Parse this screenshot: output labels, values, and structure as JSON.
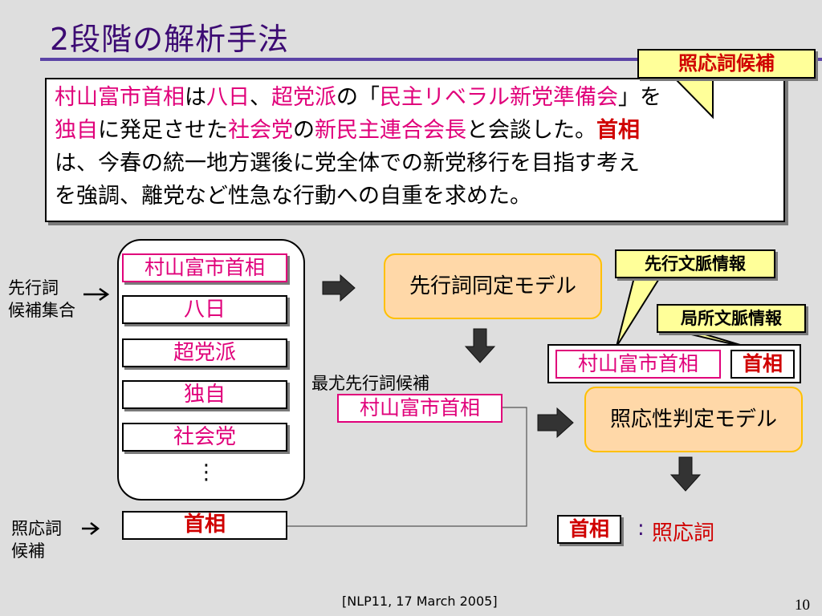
{
  "title": "2段階の解析手法",
  "callout_label": "照応詞候補",
  "sentence": {
    "line1": [
      {
        "t": "村山富市首相",
        "c": "pk"
      },
      {
        "t": "は",
        "c": ""
      },
      {
        "t": "八日",
        "c": "pk"
      },
      {
        "t": "、",
        "c": ""
      },
      {
        "t": "超党派",
        "c": "pk"
      },
      {
        "t": "の「",
        "c": ""
      },
      {
        "t": "民主リベラル新党準備会",
        "c": "pk"
      },
      {
        "t": "」を",
        "c": ""
      }
    ],
    "line2": [
      {
        "t": "独自",
        "c": "pk"
      },
      {
        "t": "に発足させた",
        "c": ""
      },
      {
        "t": "社会党",
        "c": "pk"
      },
      {
        "t": "の",
        "c": ""
      },
      {
        "t": "新民主連合会長",
        "c": "pk"
      },
      {
        "t": "と会談した。",
        "c": ""
      },
      {
        "t": "首相",
        "c": "rd"
      }
    ],
    "line3": "は、今春の統一地方選後に党全体での新党移行を目指す考え",
    "line4": "を強調、離党など性急な行動への自重を求めた。"
  },
  "antecedent_label": "先行詞\n候補集合",
  "candidates": [
    "村山富市首相",
    "八日",
    "超党派",
    "独自",
    "社会党"
  ],
  "ellipsis": "⋮",
  "anaphor_label": "照応詞\n候補",
  "anaphor": "首相",
  "antecedent_model": "先行詞同定モデル",
  "best_candidate_label": "最尤先行詞候補",
  "best_candidate": "村山富市首相",
  "tag_antecedent_context": "先行文脈情報",
  "tag_local_context": "局所文脈情報",
  "pair_antecedent": "村山富市首相",
  "pair_anaphor": "首相",
  "anaphoricity_model": "照応性判定モデル",
  "result_word": "首相",
  "result_colon": ":",
  "result_label": "照応詞",
  "footer_citation": "[NLP11, 17 March 2005]",
  "page_number": "10",
  "colors": {
    "title": "#3c0a73",
    "accent_pink": "#e0007a",
    "accent_red": "#d00000",
    "model_fill": "#ffd8a8",
    "model_border": "#ffc000",
    "tag_fill": "#ffff99"
  }
}
